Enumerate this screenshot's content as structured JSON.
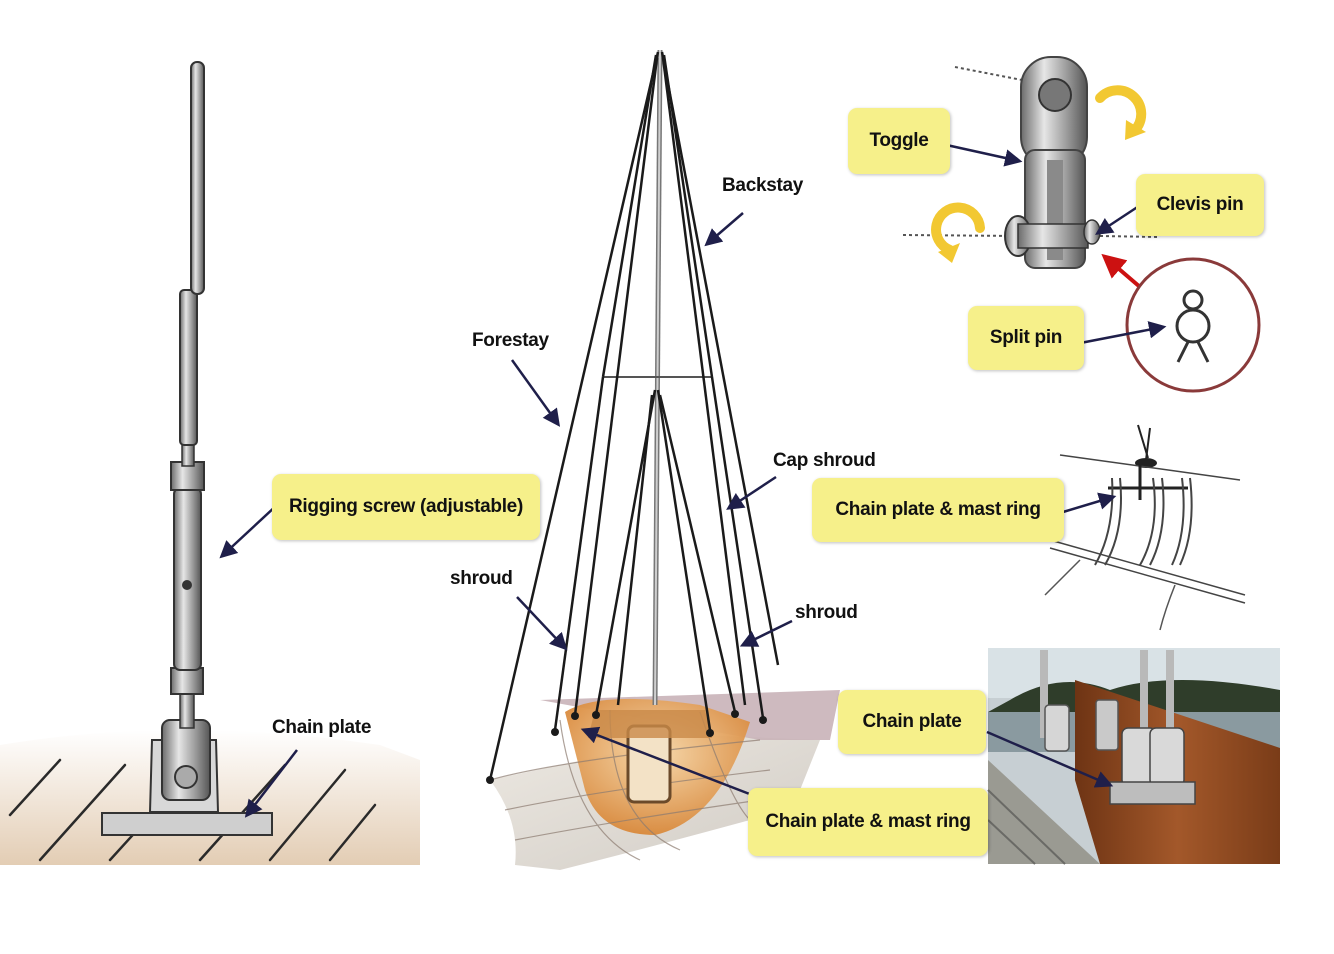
{
  "labels": {
    "rigging_screw": "Rigging screw (adjustable)",
    "chain_plate_left": "Chain plate",
    "backstay": "Backstay",
    "forestay": "Forestay",
    "cap_shroud": "Cap shroud",
    "shroud_left": "shroud",
    "shroud_right": "shroud",
    "chain_plate_mast_ring_center": "Chain plate & mast ring",
    "toggle": "Toggle",
    "clevis_pin": "Clevis pin",
    "split_pin": "Split pin",
    "chain_plate_mast_ring_right": "Chain plate & mast ring",
    "chain_plate_photo": "Chain plate"
  },
  "colors": {
    "label_box": "#f6f08a",
    "rigging_line": "#1a1a1a",
    "arrow": "#2b2b55",
    "split_pin_arrow": "#cc1111",
    "rotate_arrow": "#f2c832",
    "hull_wash": "#c9b3b8",
    "mast_ring_fill": "#e8a55a",
    "deck_wood": "#8b4a1e"
  },
  "icons": [
    "rigging-screw-illustration",
    "boat-rigging-illustration",
    "toggle-clevis-illustration",
    "split-pin-inset",
    "chain-plate-mast-ring-sketch",
    "chain-plate-photo"
  ]
}
